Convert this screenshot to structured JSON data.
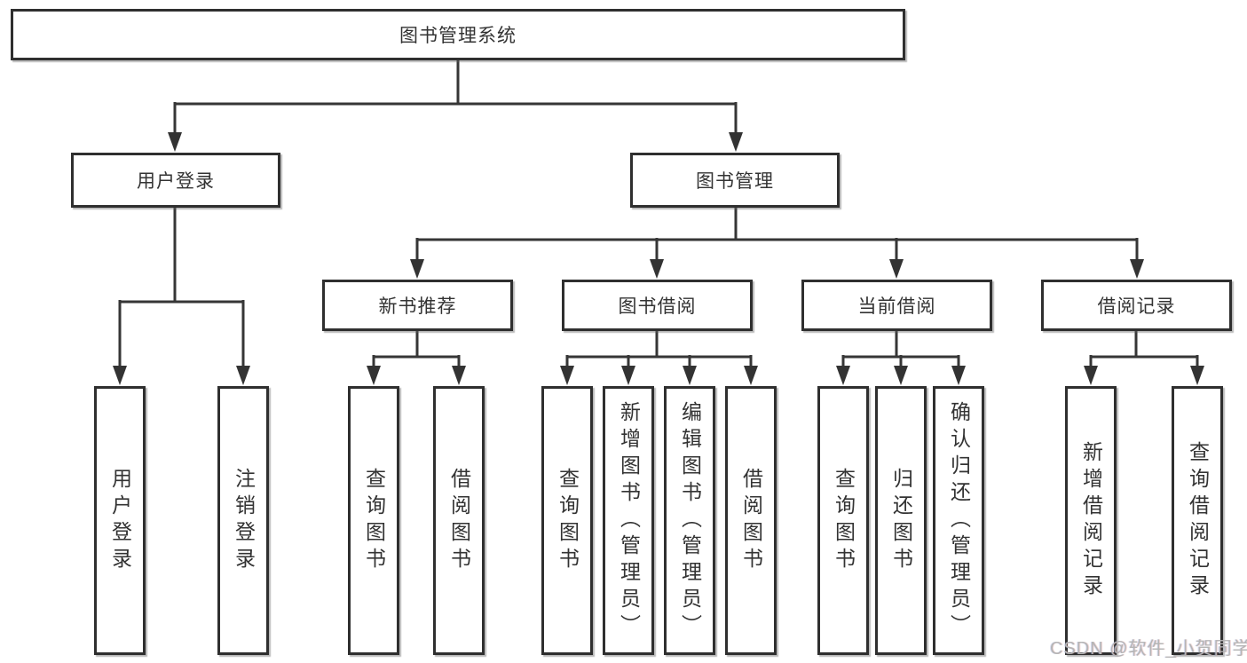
{
  "colors": {
    "line": "#363636",
    "border": "#2f2f2f",
    "text": "#333333",
    "background": "#ffffff",
    "watermark": "#b5b5b5"
  },
  "tree": {
    "label": "图书管理系统",
    "children": [
      {
        "label": "用户登录",
        "children": [
          {
            "label": "用户登录"
          },
          {
            "label": "注销登录"
          }
        ]
      },
      {
        "label": "图书管理",
        "children": [
          {
            "label": "新书推荐",
            "children": [
              {
                "label": "查询图书"
              },
              {
                "label": "借阅图书"
              }
            ]
          },
          {
            "label": "图书借阅",
            "children": [
              {
                "label": "查询图书"
              },
              {
                "label": "新增图书（管理员）"
              },
              {
                "label": "编辑图书（管理员）"
              },
              {
                "label": "借阅图书"
              }
            ]
          },
          {
            "label": "当前借阅",
            "children": [
              {
                "label": "查询图书"
              },
              {
                "label": "归还图书"
              },
              {
                "label": "确认归还（管理员）"
              }
            ]
          },
          {
            "label": "借阅记录",
            "children": [
              {
                "label": "新增借阅记录"
              },
              {
                "label": "查询借阅记录"
              }
            ]
          }
        ]
      }
    ]
  },
  "watermark": {
    "text": "CSDN @软件_小贺同学"
  }
}
